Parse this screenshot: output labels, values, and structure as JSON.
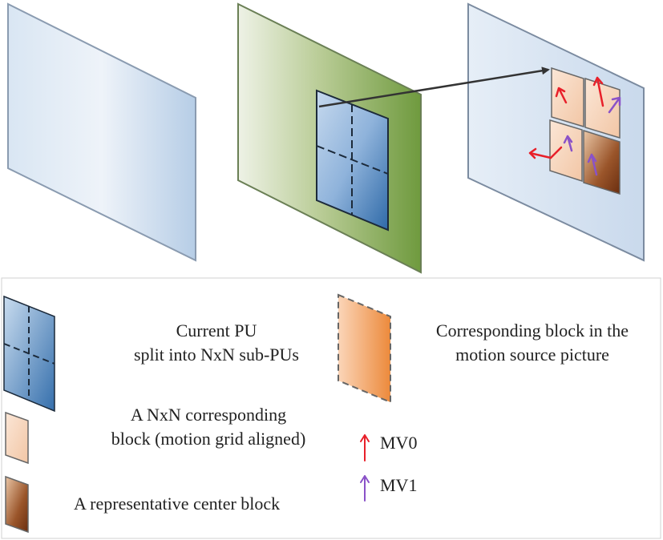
{
  "legend": {
    "current_pu": [
      "Current PU",
      "split into NxN sub-PUs"
    ],
    "corresponding_block": [
      "Corresponding block in the",
      "motion source picture"
    ],
    "nxn_block": [
      "A NxN corresponding",
      "block (motion grid aligned)"
    ],
    "center_block": "A representative center block",
    "mv0": "MV0",
    "mv1": "MV1"
  },
  "colors": {
    "mv0": "#e8202a",
    "mv1": "#8a52c8",
    "current_picture": "#a9c6e6",
    "collocated_picture": "#6f9a3e",
    "pu_block": "#3d78b5",
    "source_block": "#f4c7a8",
    "center_block": "#7a3a16",
    "orange_block": "#ee8a3a"
  }
}
